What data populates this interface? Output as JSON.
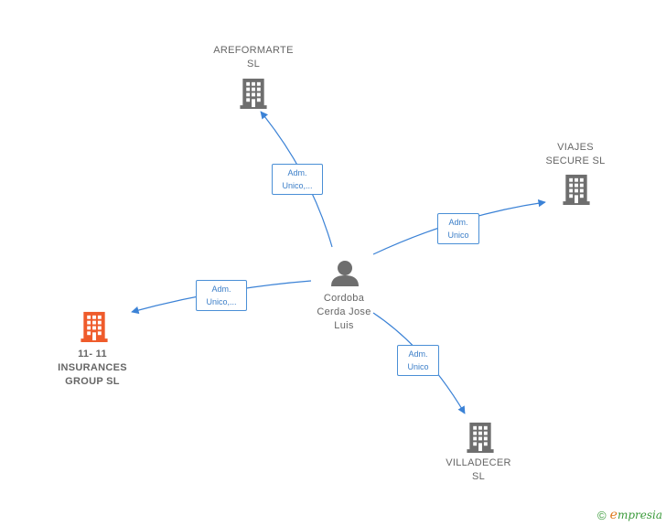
{
  "colors": {
    "edge": "#3b82d6",
    "building": "#6e6e6e",
    "building_highlight": "#ef5b2b",
    "person": "#6e6e6e"
  },
  "nodes": {
    "areformarte": {
      "line1": "AREFORMARTE",
      "line2": "SL"
    },
    "viajes": {
      "line1": "VIAJES",
      "line2": "SECURE  SL"
    },
    "insurances": {
      "line1": "11- 11",
      "line2": "INSURANCES",
      "line3": "GROUP  SL"
    },
    "villadecer": {
      "line1": "VILLADECER",
      "line2": "SL"
    },
    "person": {
      "line1": "Cordoba",
      "line2": "Cerda Jose",
      "line3": "Luis"
    }
  },
  "edges": {
    "areformarte": {
      "line1": "Adm.",
      "line2": "Unico,..."
    },
    "viajes": {
      "line1": "Adm.",
      "line2": "Unico"
    },
    "insurances": {
      "line1": "Adm.",
      "line2": "Unico,..."
    },
    "villadecer": {
      "line1": "Adm.",
      "line2": "Unico"
    }
  },
  "footer": {
    "copyright": "©",
    "brand_initial": "e",
    "brand_rest": "mpresia"
  }
}
